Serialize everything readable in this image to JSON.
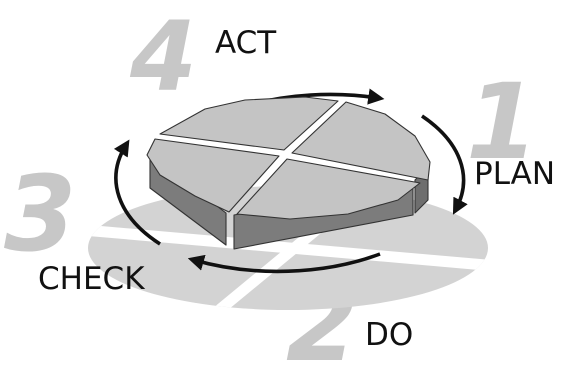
{
  "diagram": {
    "colors": {
      "background": "#ffffff",
      "step_numbers": "#c7c7c7",
      "shadow": "#d3d3d3",
      "disk_top": "#c4c4c4",
      "disk_side": "#7c7c7c",
      "arrows": "#111111",
      "labels": "#111111"
    },
    "stages": [
      {
        "number": "1",
        "label": "PLAN"
      },
      {
        "number": "2",
        "label": "DO"
      },
      {
        "number": "3",
        "label": "CHECK"
      },
      {
        "number": "4",
        "label": "ACT"
      }
    ]
  }
}
